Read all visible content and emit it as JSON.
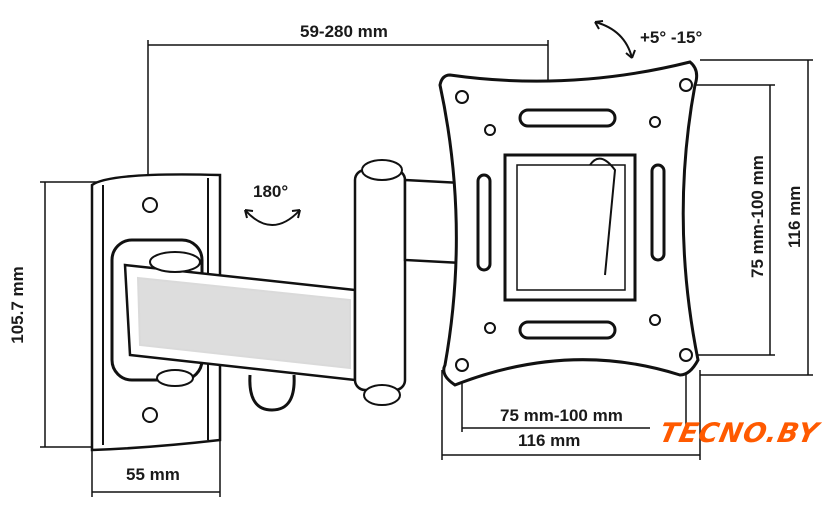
{
  "dimensions": {
    "arm_extension": "59-280 mm",
    "tilt_range": "+5° -15°",
    "swivel": "180°",
    "wall_plate_height": "105.7 mm",
    "wall_plate_width": "55 mm",
    "vesa_vertical": "75 mm-100 mm",
    "plate_height": "116 mm",
    "vesa_horizontal": "75 mm-100 mm",
    "plate_width": "116 mm"
  },
  "logo": {
    "text": "TECNO.BY",
    "color": "#ff5a00"
  }
}
